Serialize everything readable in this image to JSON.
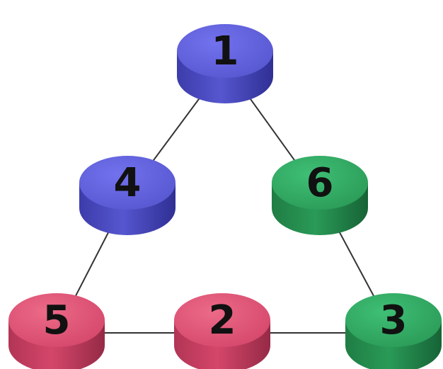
{
  "colors": {
    "blue": "#6a6ae6",
    "green": "#36b06a",
    "red": "#e25a7a",
    "edge": "#333333"
  },
  "nodes": [
    {
      "id": "n1",
      "label": "1",
      "color": "blue"
    },
    {
      "id": "n4",
      "label": "4",
      "color": "blue"
    },
    {
      "id": "n6",
      "label": "6",
      "color": "green"
    },
    {
      "id": "n5",
      "label": "5",
      "color": "red"
    },
    {
      "id": "n2",
      "label": "2",
      "color": "red"
    },
    {
      "id": "n3",
      "label": "3",
      "color": "green"
    }
  ],
  "edges": [
    {
      "from": "n1",
      "to": "n4"
    },
    {
      "from": "n1",
      "to": "n6"
    },
    {
      "from": "n4",
      "to": "n5"
    },
    {
      "from": "n6",
      "to": "n3"
    },
    {
      "from": "n5",
      "to": "n2"
    },
    {
      "from": "n2",
      "to": "n3"
    }
  ]
}
